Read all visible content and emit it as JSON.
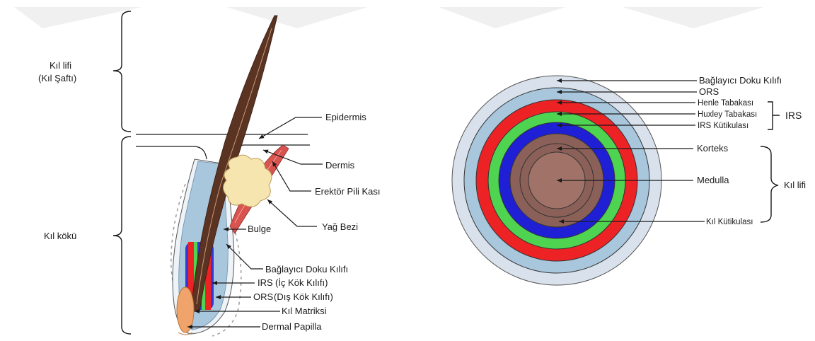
{
  "left_diagram": {
    "shaft_label_line1": "Kıl lifi",
    "shaft_label_line2": "(Kıl Şaftı)",
    "root_label": "Kıl kökü",
    "epidermis": "Epidermis",
    "dermis": "Dermis",
    "arrector": "Erektör Pili Kası",
    "sebaceous": "Yağ Bezi",
    "bulge": "Bulge",
    "connective_sheath": "Bağlayıcı Doku Kılıfı",
    "irs_abbr": "IRS",
    "irs_full": "(İç Kök Kılıfı)",
    "ors_abbr": "ORS",
    "ors_full": "(Dış Kök Kılıfı)",
    "matrix": "Kıl Matriksi",
    "papilla": "Dermal Papilla"
  },
  "right_diagram": {
    "connective_sheath": "Bağlayıcı Doku Kılıfı",
    "ors": "ORS",
    "henle": "Henle Tabakası",
    "huxley": "Huxley Tabakası",
    "irs_cuticle": "IRS Kütikulası",
    "irs_group": "IRS",
    "cortex": "Korteks",
    "medulla": "Medulla",
    "hair_cuticle": "Kıl Kütikulası",
    "fiber_group": "Kıl lifi"
  },
  "colors": {
    "connective": "#d9e2ec",
    "ors": "#a8c6dc",
    "henle": "#ec2224",
    "huxley": "#4fd451",
    "irs_cuticle": "#1f1fd6",
    "cortex": "#8b6058",
    "medulla": "#a07268",
    "shaft": "#5a3322",
    "sebaceous": "#f7e5b0",
    "muscle": "#d9534f",
    "papilla": "#f0a36a"
  }
}
